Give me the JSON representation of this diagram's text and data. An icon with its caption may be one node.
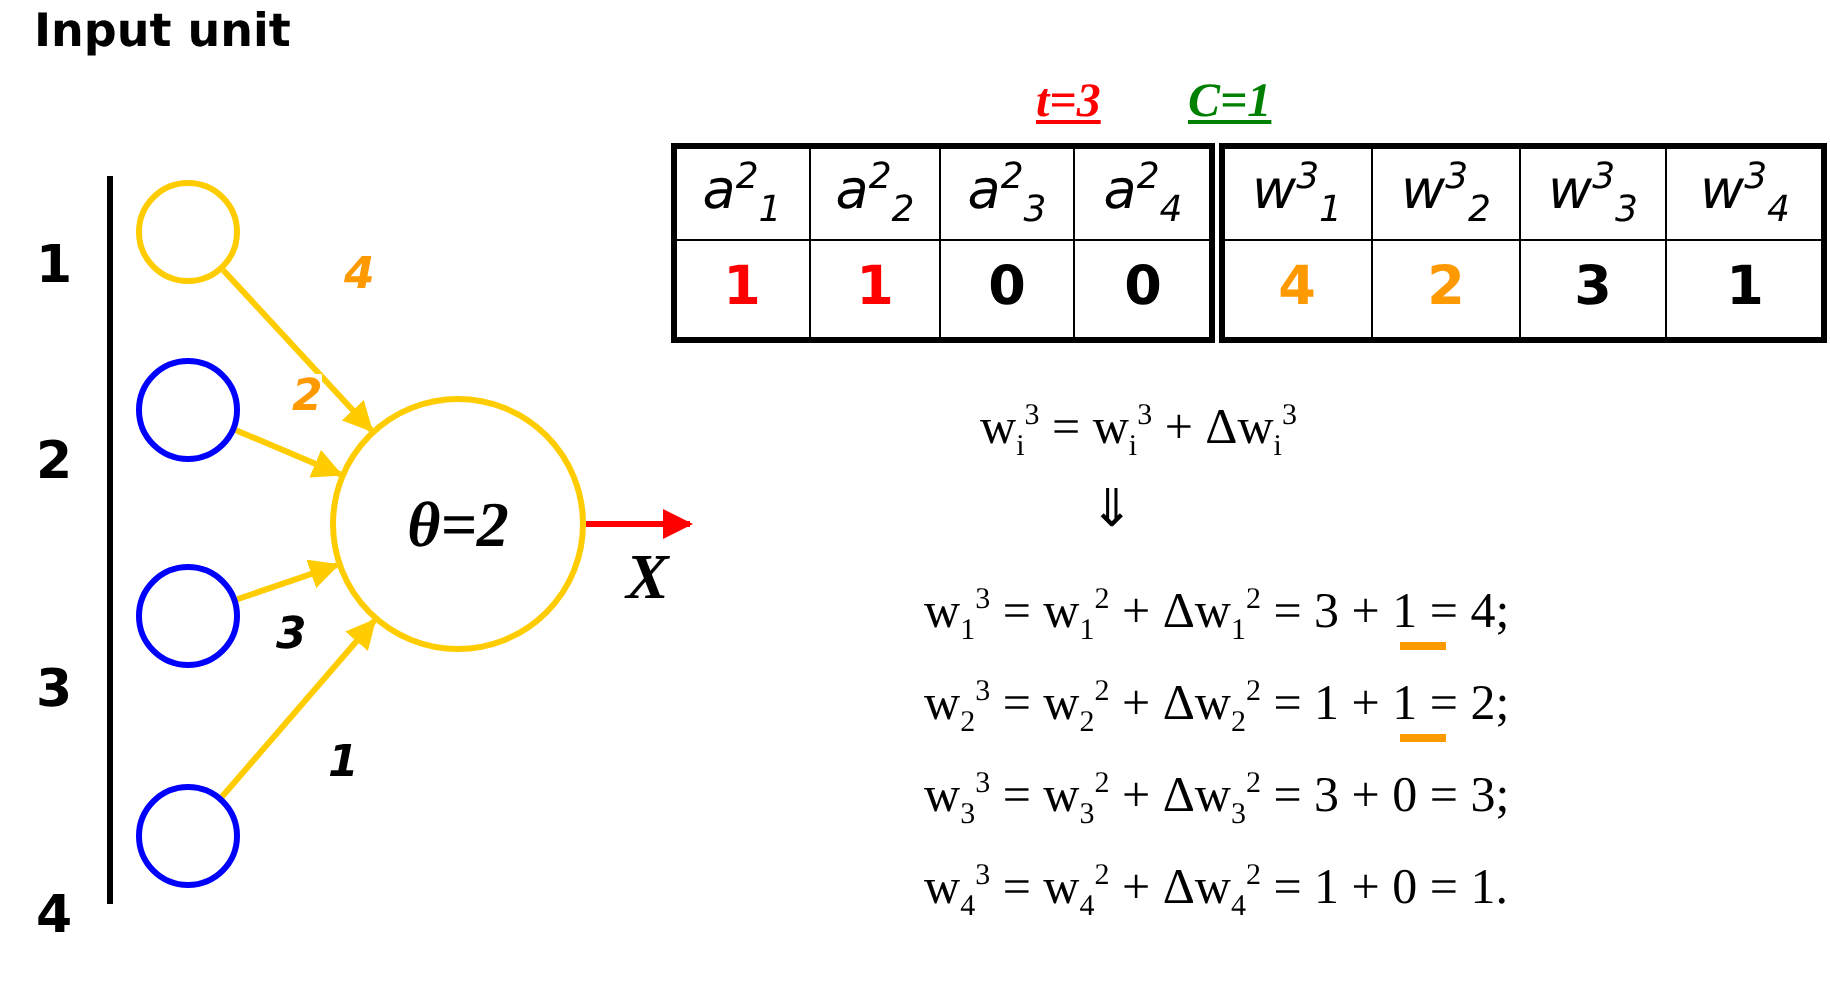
{
  "diagram": {
    "title": "Input unit",
    "nodes": [
      {
        "text": [],
        "shape": "circle"
      },
      {
        "text": [],
        "shape": "circle"
      },
      {
        "text": [],
        "shape": "circle"
      },
      {
        "text": [],
        "shape": "circle"
      },
      {
        "text": [
          "θ=2"
        ]
      }
    ],
    "edges": [
      {
        "from": 0,
        "to": 4,
        "arrow": "to",
        "label": "4"
      },
      {
        "from": 1,
        "to": 4,
        "arrow": "to",
        "label": "2"
      },
      {
        "from": 2,
        "to": 4,
        "arrow": "to",
        "label": "3"
      },
      {
        "from": 3,
        "to": 4,
        "arrow": "to",
        "label": "1"
      },
      {
        "from": 4,
        "to": null,
        "arrow": "to",
        "color": "#ff0000"
      }
    ],
    "labels": [
      "1",
      "2",
      "3",
      "4",
      "X",
      "t=3",
      "C=1",
      "a$^{2}$$_{1}$",
      "a$^{2}$$_{2}$",
      "a$^{2}$$_{3}$",
      "a$^{2}$$_{4}$",
      "w$^{3}$$_{1}$",
      "w$^{3}$$_{2}$",
      "w$^{3}$$_{3}$",
      "w$^{3}$$_{4}$",
      "1",
      "1",
      "0",
      "0",
      "4",
      "2",
      "3",
      "1",
      "w$_{i}$$^{3}$ = w$_{i}$$^{3}$ + Δw$_{i}$$^{3}$",
      "⇓",
      "w$_{1}$$^{3}$ = w$_{1}$$^{2}$ + Δw$_{1}$$^{2}$ = 3 + 1 = 4;",
      "w$_{2}$$^{3}$ = w$_{2}$$^{2}$ + Δw$_{2}$$^{2}$ = 1 + 1 = 2;",
      "w$_{3}$$^{3}$ = w$_{3}$$^{2}$ + Δw$_{3}$$^{2}$ = 3 + 0 = 3;",
      "w$_{4}$$^{3}$ = w$_{4}$$^{2}$ + Δw$_{4}$$^{2}$ = 1 + 0 = 1."
    ]
  }
}
